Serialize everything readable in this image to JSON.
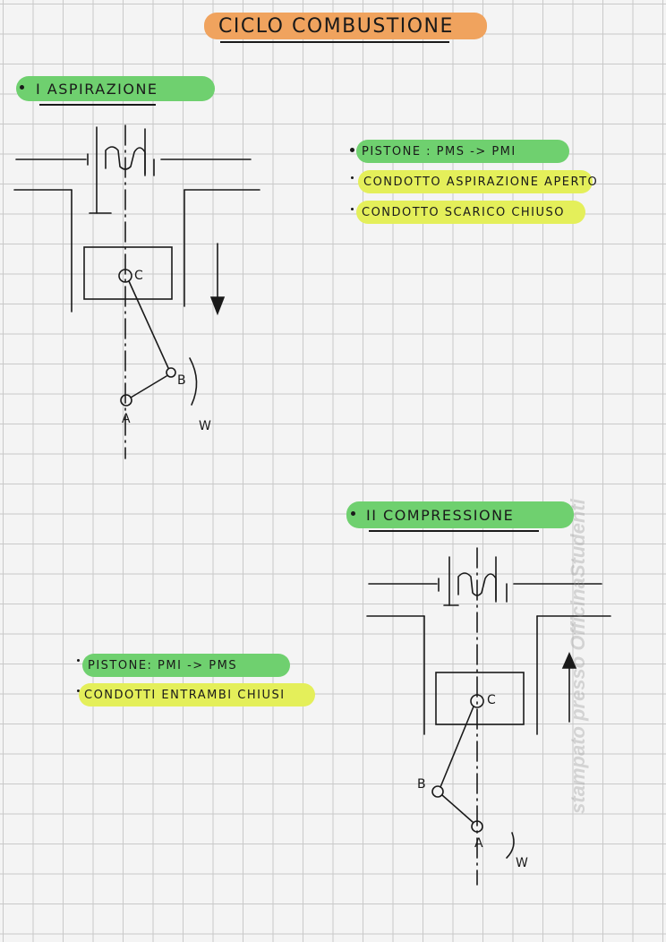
{
  "title": "CICLO COMBUSTIONE",
  "section1": {
    "heading": "I ASPIRAZIONE",
    "notes": [
      {
        "text": "PISTONE : PMS -> PMI",
        "color": "green"
      },
      {
        "text": "CONDOTTO ASPIRAZIONE APERTO",
        "color": "yellow"
      },
      {
        "text": "CONDOTTO SCARICO CHIUSO",
        "color": "yellow"
      }
    ],
    "labels": {
      "c": "C",
      "b": "B",
      "a": "A",
      "w": "W"
    }
  },
  "section2": {
    "heading": "II COMPRESSIONE",
    "notes": [
      {
        "text": "PISTONE: PMI -> PMS",
        "color": "green"
      },
      {
        "text": "CONDOTTI ENTRAMBI CHIUSI",
        "color": "yellow"
      }
    ],
    "labels": {
      "c": "C",
      "b": "B",
      "a": "A",
      "w": "W"
    }
  },
  "watermark": "stampato presso OfficinaStudenti",
  "colors": {
    "orange": "#f0a35e",
    "green": "#6fd06f",
    "yellow": "#e4ef5a",
    "ink": "#1a1a1a"
  }
}
